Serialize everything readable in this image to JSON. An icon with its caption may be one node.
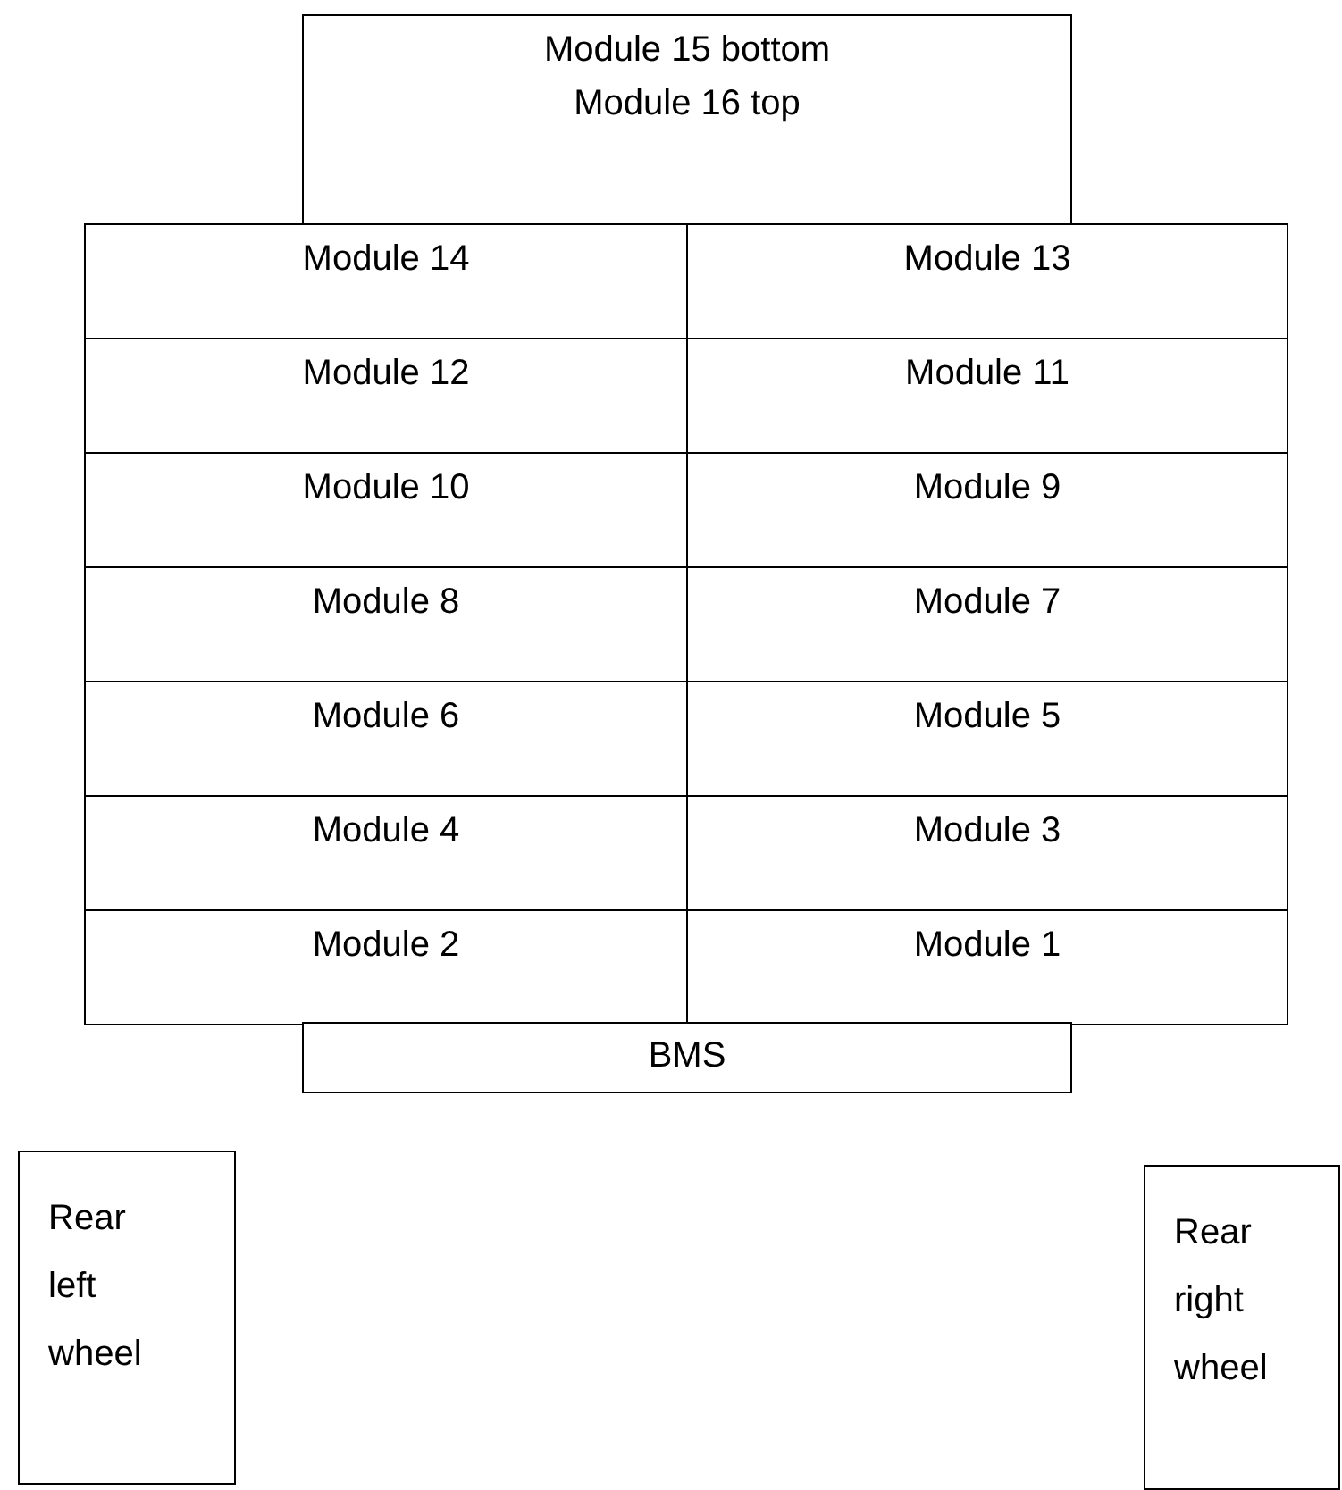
{
  "diagram": {
    "nodes": [
      {
        "text": [
          "Module 15 bottom",
          "Module 16 top"
        ]
      },
      {
        "text": [
          "Module 14"
        ]
      },
      {
        "text": [
          "Module 13"
        ]
      },
      {
        "text": [
          "Module 12"
        ]
      },
      {
        "text": [
          "Module 11"
        ]
      },
      {
        "text": [
          "Module 10"
        ]
      },
      {
        "text": [
          "Module 9"
        ]
      },
      {
        "text": [
          "Module 8"
        ]
      },
      {
        "text": [
          "Module 7"
        ]
      },
      {
        "text": [
          "Module 6"
        ]
      },
      {
        "text": [
          "Module 5"
        ]
      },
      {
        "text": [
          "Module 4"
        ]
      },
      {
        "text": [
          "Module 3"
        ]
      },
      {
        "text": [
          "Module 2"
        ]
      },
      {
        "text": [
          "Module 1"
        ]
      },
      {
        "text": [
          "BMS"
        ]
      },
      {
        "text": [
          "Rear left wheel"
        ]
      },
      {
        "text": [
          "Rear right wheel"
        ]
      }
    ]
  }
}
